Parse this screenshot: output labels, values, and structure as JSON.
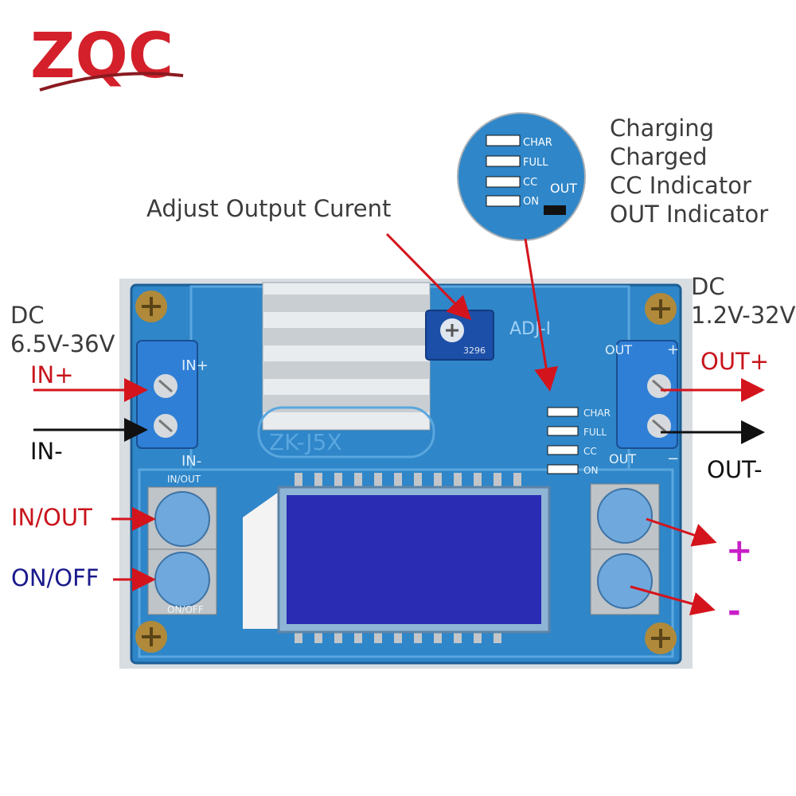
{
  "logo": {
    "text": "ZQC"
  },
  "annotations": {
    "adjust_current": "Adjust Output Curent",
    "indicator_lines": [
      "Charging",
      "Charged",
      "CC Indicator",
      "OUT Indicator"
    ],
    "input_spec_line1": "DC",
    "input_spec_line2": "6.5V-36V",
    "output_spec_line1": "DC",
    "output_spec_line2": "1.2V-32V",
    "in_plus": "IN+",
    "in_minus": "IN-",
    "out_plus": "OUT+",
    "out_minus": "OUT-",
    "in_out": "IN/OUT",
    "on_off": "ON/OFF",
    "plus": "+",
    "minus": "-"
  },
  "board": {
    "model": "ZK-J5X",
    "pot_label": "ADJ-I",
    "silk_in_plus": "IN+",
    "silk_in_minus": "IN-",
    "silk_out": "OUT",
    "silk_plus": "+",
    "silk_minus": "−",
    "btn_in_out": "IN/OUT",
    "btn_on_off": "ON/OFF",
    "leds": [
      "CHAR",
      "FULL",
      "CC",
      "ON"
    ],
    "led_out": "OUT",
    "pot_code": "3296"
  },
  "zoom": {
    "leds": [
      "CHAR",
      "FULL",
      "CC",
      "ON"
    ],
    "led_out": "OUT"
  },
  "colors": {
    "pcb": "#2f86c8",
    "lcd": "#2b2cb4",
    "arrow_red": "#d4141c",
    "arrow_black": "#111111",
    "button": "#6ea8dc"
  }
}
